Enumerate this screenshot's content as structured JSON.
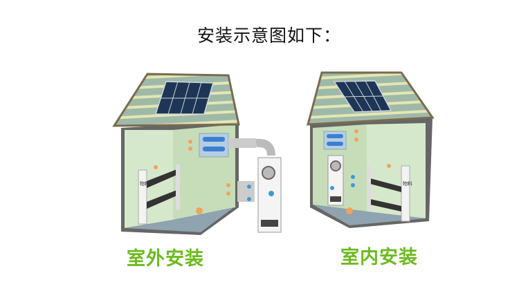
{
  "title": "安装示意图如下：",
  "outdoor_label": "室外安装",
  "indoor_label": "室内安装",
  "rack_label": "物料",
  "colors": {
    "wall": "#cfe3c4",
    "roof": "#9fb9a8",
    "stripe": "#e4e6b4",
    "accent_label": "#6cbb1e",
    "floor": "#8fa3b0",
    "arrow_warm": "#f2a35c",
    "arrow_cool": "#3c9ad8"
  }
}
